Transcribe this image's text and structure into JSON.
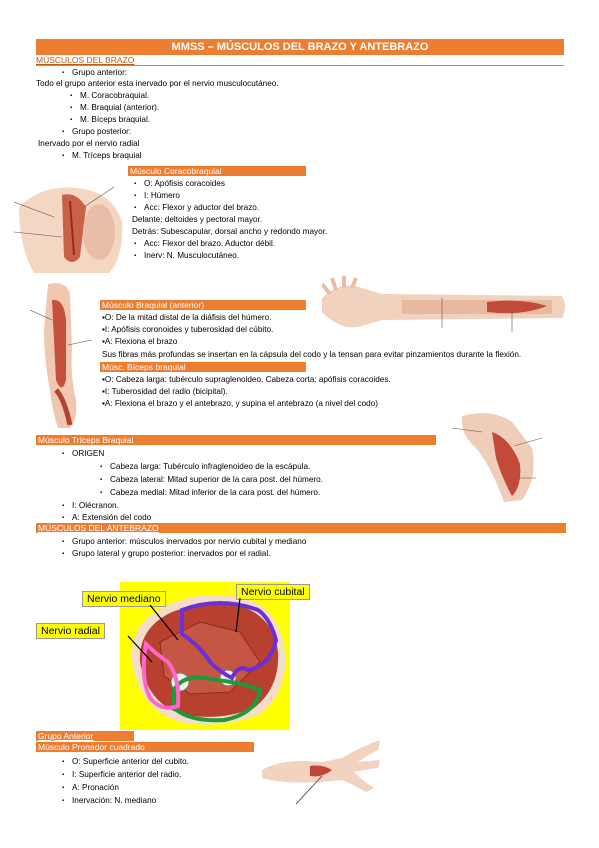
{
  "title": "MMSS – MÚSCULOS DEL BRAZO Y ANTEBRAZO",
  "brazo": {
    "heading": "MÚSCULOS DEL BRAZO",
    "grupo_anterior": "Grupo anterior:",
    "inervado_ant": "Todo el grupo anterior esta inervado por el nervio musculocutáneo.",
    "m_coraco": "M. Coracobraquial.",
    "m_braquial": "M. Braquial (anterior).",
    "m_biceps": "M. Bíceps braquial.",
    "grupo_posterior": "Grupo posterior:",
    "inervado_post": "Inervado por el nervio radial",
    "m_triceps": "M. Tríceps braquial"
  },
  "coraco": {
    "heading": "Músculo Coracobraquial",
    "o": "O: Apófisis coracoides",
    "i": "I: Húmero",
    "acc": "Acc: Flexor y aductor del brazo.",
    "delante": "Delante: deltoides y pectoral mayor.",
    "detras": "Detrás: Subescapular, dorsal ancho y redondo mayor.",
    "acc2": "Acc: Flexor del brazo. Aductor débil.",
    "inerv": "Inerv: N. Musculocutáneo."
  },
  "braquial": {
    "heading": "Músculo Braquial (anterior)",
    "o": "O: De la mitad distal de la diáfisis del húmero.",
    "i": "I: Apófisis coronoides y tuberosidad del cúbito.",
    "a": "A: Flexiona el brazo",
    "fibras": "Sus fibras más profundas se insertan en la cápsula del codo y la tensan para evitar pinzamientos durante la flexión."
  },
  "biceps": {
    "heading": "Músc. Bíceps braquial",
    "o": "O: Cabeza larga: tubérculo supraglenoideo. Cabeza corta: apófisis coracoides.",
    "i": "I: Tuberosidad del radio (bicipital).",
    "a": "A: Flexiona el brazo y el antebrazo, y supina el antebrazo (a nivel del codo)"
  },
  "triceps": {
    "heading": "Músculo Tríceps Braquial",
    "origen": "ORIGEN",
    "larga": "Cabeza larga: Tubérculo infraglenoideo de la escápula.",
    "lateral": "Cabeza lateral: Mitad superior de la cara post. del húmero.",
    "medial": "Cabeza medial: Mitad inferior de la cara post. del húmero.",
    "i": "I: Olécranon.",
    "a": "A: Extensión del codo"
  },
  "antebrazo": {
    "heading": "MÚSCULOS DEL ANTEBRAZO",
    "ant": "Grupo anterior: músculos inervados por nervio cubital y mediano",
    "post": "Grupo lateral y grupo posterior: inervados por el radial."
  },
  "diagram": {
    "mediano": "Nervio mediano",
    "cubital": "Nervio cubital",
    "radial": "Nervio radial"
  },
  "anterior": {
    "grupo": "Grupo Anterior",
    "pronador": "Músculo Pronador cuadrado",
    "o": "O: Superficie anterior del cubito.",
    "i": "I: Superficie anterior del radio.",
    "a": "A: Pronación",
    "inerv": "Inervación: N. mediano"
  }
}
